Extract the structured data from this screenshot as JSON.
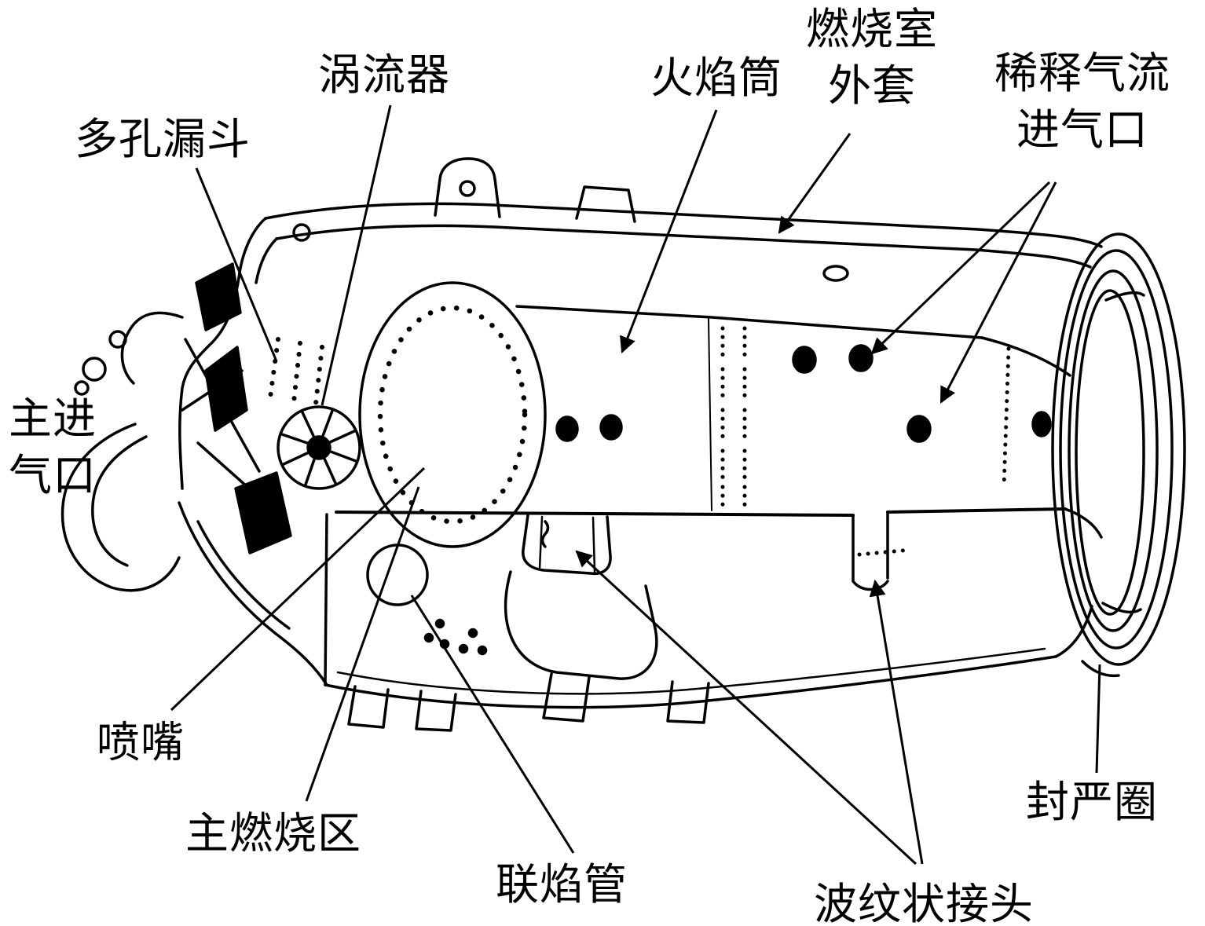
{
  "figure": {
    "type": "engine-combustor-cutaway-diagram",
    "background_color": "#ffffff",
    "line_color": "#000000"
  },
  "labels": {
    "swirler": "涡流器",
    "perforated_funnel": "多孔漏斗",
    "flame_tube": "火焰筒",
    "combustor_outer_casing": "燃烧室\n外套",
    "dilution_air_inlet": "稀释气流\n进气口",
    "main_air_inlet": "主进\n气口",
    "fuel_nozzle": "喷嘴",
    "main_combustion_zone": "主燃烧区",
    "interconnector_tube": "联焰管",
    "corrugated_joint": "波纹状接头",
    "seal_ring": "封严圈"
  }
}
